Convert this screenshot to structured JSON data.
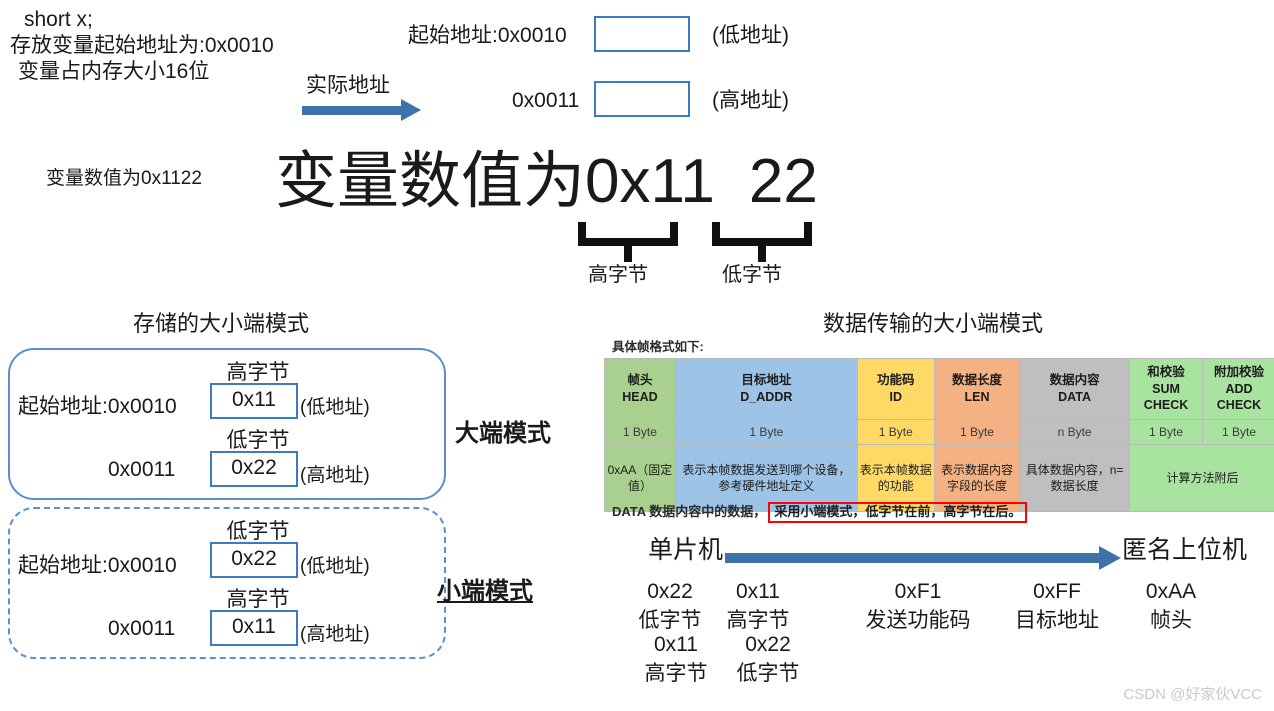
{
  "top_left": {
    "lines": [
      "short x;",
      "存放变量起始地址为:0x0010",
      "变量占内存大小16位"
    ]
  },
  "arrow_top": {
    "label": "实际地址"
  },
  "address_rows": [
    {
      "addr": "起始地址:0x0010",
      "note": "(低地址)",
      "value": ""
    },
    {
      "addr": "0x0011",
      "note": "(高地址)",
      "value": ""
    }
  ],
  "value_line": {
    "small": "变量数值为0x1122",
    "big_high": "变量数值为0x11",
    "big_low": "22",
    "brace_high_label": "高字节",
    "brace_low_label": "低字节"
  },
  "storage_section": {
    "title": "存储的大小端模式",
    "big_endian": {
      "mode_label": "大端模式",
      "rows": [
        {
          "byte_label": "高字节",
          "addr": "起始地址:0x0010",
          "value": "0x11",
          "note": "(低地址)"
        },
        {
          "byte_label": "低字节",
          "addr": "0x0011",
          "value": "0x22",
          "note": "(高地址)"
        }
      ]
    },
    "little_endian": {
      "mode_label": "小端模式",
      "rows": [
        {
          "byte_label": "低字节",
          "addr": "起始地址:0x0010",
          "value": "0x22",
          "note": "(低地址)"
        },
        {
          "byte_label": "高字节",
          "addr": "0x0011",
          "value": "0x11",
          "note": "(高地址)"
        }
      ]
    }
  },
  "transmission_section": {
    "title": "数据传输的大小端模式",
    "table_caption": "具体帧格式如下:",
    "frame_table": {
      "columns": [
        {
          "cn": "帧头",
          "en": "HEAD",
          "en2": "",
          "size": "1 Byte",
          "desc": "0xAA（固定值）",
          "color": "c-green"
        },
        {
          "cn": "目标地址",
          "en": "D_ADDR",
          "en2": "",
          "size": "1 Byte",
          "desc": "表示本帧数据发送到哪个设备，参考硬件地址定义",
          "color": "c-blue"
        },
        {
          "cn": "功能码",
          "en": "ID",
          "en2": "",
          "size": "1 Byte",
          "desc": "表示本帧数据的功能",
          "color": "c-yellow"
        },
        {
          "cn": "数据长度",
          "en": "LEN",
          "en2": "",
          "size": "1 Byte",
          "desc": "表示数据内容字段的长度",
          "color": "c-orange"
        },
        {
          "cn": "数据内容",
          "en": "DATA",
          "en2": "",
          "size": "n Byte",
          "desc": "具体数据内容，n=数据长度",
          "color": "c-gray"
        },
        {
          "cn": "和校验",
          "en": "SUM",
          "en2": "CHECK",
          "size": "1 Byte",
          "desc": "",
          "color": "c-green2"
        },
        {
          "cn": "附加校验",
          "en": "ADD",
          "en2": "CHECK",
          "size": "1 Byte",
          "desc": "",
          "color": "c-green2"
        }
      ],
      "merged_desc": "计算方法附后"
    },
    "note": {
      "prefix": "DATA 数据内容中的数据，",
      "highlight": "采用小端模式，低字节在前，高字节在后。"
    },
    "flow": {
      "from": "单片机",
      "to": "匿名上位机",
      "row1": [
        {
          "value": "0x22",
          "label": "低字节"
        },
        {
          "value": "0x11",
          "label": "高字节"
        },
        {
          "value": "0xF1",
          "label": "发送功能码"
        },
        {
          "value": "0xFF",
          "label": "目标地址"
        },
        {
          "value": "0xAA",
          "label": "帧头"
        }
      ],
      "row2": [
        {
          "value": "0x11",
          "label": "高字节"
        },
        {
          "value": "0x22",
          "label": "低字节"
        }
      ]
    }
  },
  "watermark": "CSDN @好家伙VCC",
  "colors": {
    "blue_border": "#3d7ac4",
    "arrow_blue": "#3f72ab",
    "red_box": "#ff0000",
    "green": "#a9d08e",
    "green_light": "#a9e3a0",
    "blue_cell": "#9dc3e6",
    "yellow_cell": "#ffd966",
    "orange_cell": "#f4b183",
    "gray_cell": "#bfbfbf"
  }
}
